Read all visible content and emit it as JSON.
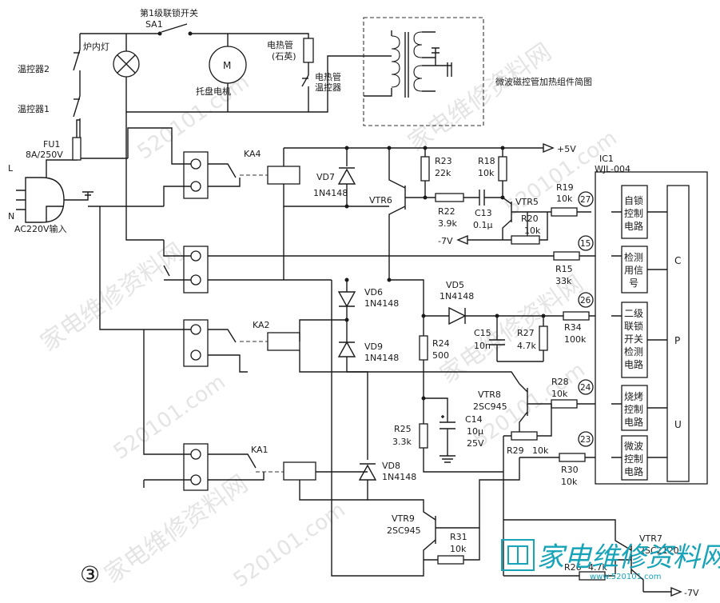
{
  "labels": {
    "sa1_title": "第1级联锁开关",
    "sa1": "SA1",
    "lamp": "炉内灯",
    "thermo2": "温控器2",
    "thermo1": "温控器1",
    "motor": "托盘电机",
    "motor_m": "M",
    "heater": "电热管",
    "heater_q": "(石英)",
    "heater_tc1": "电热管",
    "heater_tc2": "温控器",
    "mw_title": "微波磁控管加热组件简图",
    "fu1": "FU1",
    "fu1_rating": "8A/250V",
    "L": "L",
    "N": "N",
    "ac_in": "AC220V输入",
    "ka4": "KA4",
    "ka2": "KA2",
    "ka1": "KA1",
    "vd7": "VD7",
    "vd7_t": "1N4148",
    "vd6": "VD6",
    "vd6_t": "1N4148",
    "vd9": "VD9",
    "vd9_t": "1N4148",
    "vd8": "VD8",
    "vd8_t": "1N4148",
    "vd5": "VD5",
    "vd5_t": "1N4148",
    "vtr6": "VTR6",
    "vtr5": "VTR5",
    "vtr8": "VTR8",
    "vtr8_t": "2SC945",
    "vtr9": "VTR9",
    "vtr9_t": "2SC945",
    "vtr7": "VTR7",
    "vtr7_t": "2SC2120",
    "r23": "R23",
    "r23_v": "22k",
    "r18": "R18",
    "r18_v": "10k",
    "r22": "R22",
    "r22_v": "3.9k",
    "c13": "C13",
    "c13_v": "0.1μ",
    "r19": "R19",
    "r19_v": "10k",
    "r20": "R20",
    "r20_v": "10k",
    "r15": "R15",
    "r15_v": "33k",
    "r24": "R24",
    "r24_v": "500",
    "c15": "C15",
    "c15_v": "10n",
    "r27": "R27",
    "r27_v": "4.7k",
    "r34": "R34",
    "r34_v": "100k",
    "r28": "R28",
    "r28_v": "10k",
    "r25": "R25",
    "r25_v": "3.3k",
    "c14": "C14",
    "c14_v1": "10μ",
    "c14_v2": "25V",
    "r29": "R29",
    "r29_v": "10k",
    "r30": "R30",
    "r30_v": "10k",
    "r31": "R31",
    "r31_v": "10k",
    "r26": "R26",
    "r26_v": "4.7k",
    "plus5v": "+5V",
    "minus7v_a": "-7V",
    "minus7v_b": "-7V",
    "ic1": "IC1",
    "ic1_t": "WJL-004",
    "pin27": "27",
    "pin15": "15",
    "pin26": "26",
    "pin24": "24",
    "pin23": "23",
    "blk1": [
      "自锁",
      "控制",
      "电路"
    ],
    "blk2": [
      "检测",
      "用信",
      "号"
    ],
    "blk3": [
      "二级",
      "联锁",
      "开关",
      "检测",
      "电路"
    ],
    "blk4": [
      "烧烤",
      "控制",
      "电路"
    ],
    "blk5": [
      "微波",
      "控制",
      "电路"
    ],
    "cpu": [
      "C",
      "P",
      "U"
    ],
    "fig_num": "③",
    "watermark_cn": "家电维修资料网",
    "watermark_num": "520101.com",
    "logo_text": "家电维修资料网",
    "logo_url": "www.520101.com"
  }
}
